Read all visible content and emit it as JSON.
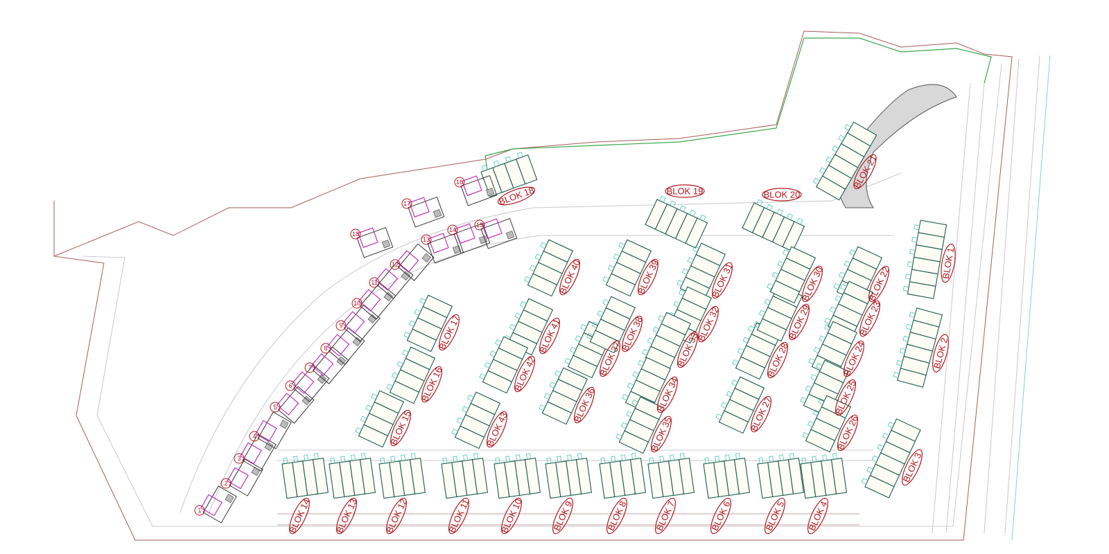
{
  "drawing": {
    "type": "site-plan"
  },
  "colors": {
    "boundary": "#a85a5a",
    "green_line": "#3aa64a",
    "block_label": "#b3161c",
    "building": "#1e5a4c",
    "villa": "#c02fc0",
    "step": "#3fc7b5"
  },
  "blocks": [
    "BLOK 1",
    "BLOK 2",
    "BLOK 3",
    "BLOK 4",
    "BLOK 5",
    "BLOK 6",
    "BLOK 7",
    "BLOK 8",
    "BLOK 9",
    "BLOK 10",
    "BLOK 11",
    "BLOK 12",
    "BLOK 13",
    "BLOK 14",
    "BLOK 15",
    "BLOK 16",
    "BLOK 17",
    "BLOK 18",
    "BLOK 19",
    "BLOK 20",
    "BLOK 21",
    "BLOK 22",
    "BLOK 23",
    "BLOK 24",
    "BLOK 25",
    "BLOK 26",
    "BLOK 27",
    "BLOK 28",
    "BLOK 29",
    "BLOK 30",
    "BLOK 31",
    "BLOK 32",
    "BLOK 33",
    "BLOK 34",
    "BLOK 35",
    "BLOK 36",
    "BLOK 37",
    "BLOK 38",
    "BLOK 39",
    "BLOK 40",
    "BLOK 41",
    "BLOK 42",
    "BLOK 43"
  ],
  "lots": [
    "1",
    "2",
    "3",
    "4",
    "5",
    "6",
    "7",
    "8",
    "9",
    "10",
    "11",
    "12",
    "13",
    "14",
    "15",
    "16",
    "17",
    "18"
  ]
}
